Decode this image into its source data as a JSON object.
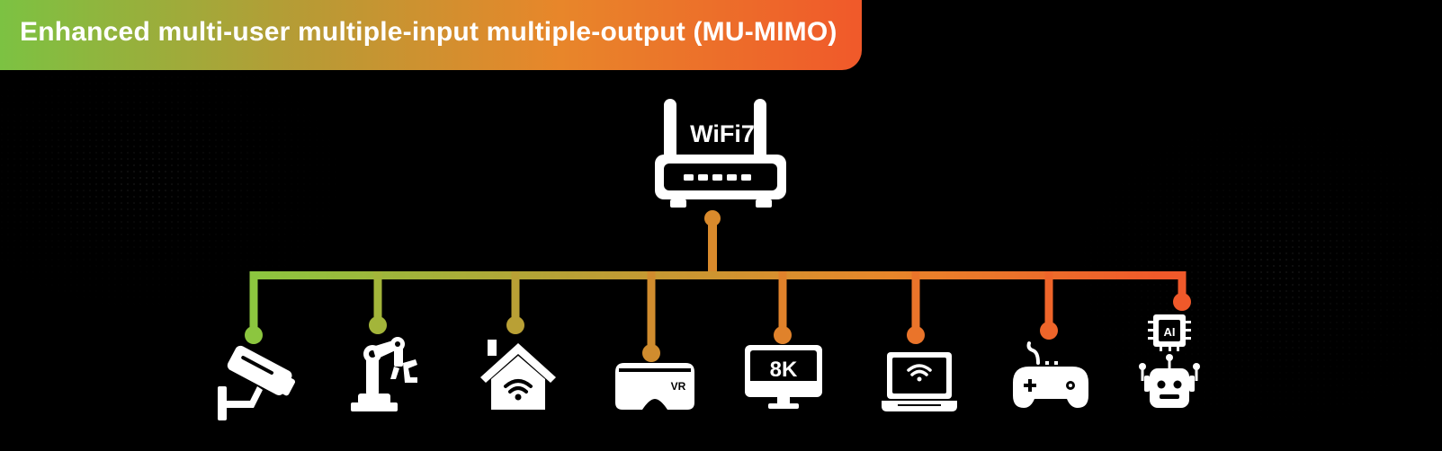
{
  "title": "Enhanced multi-user multiple-input multiple-output (MU-MIMO)",
  "router": {
    "label": "WiFi7",
    "icon": "wifi-router-icon"
  },
  "devices": [
    {
      "icon": "security-camera-icon"
    },
    {
      "icon": "robotic-arm-icon"
    },
    {
      "icon": "smart-home-icon"
    },
    {
      "icon": "vr-headset-icon",
      "label": "VR"
    },
    {
      "icon": "8k-monitor-icon",
      "label": "8K"
    },
    {
      "icon": "laptop-wifi-icon"
    },
    {
      "icon": "gamepad-icon"
    },
    {
      "icon": "ai-robot-icon",
      "label": "AI"
    }
  ],
  "colors": {
    "background": "#000000",
    "white": "#ffffff",
    "gradient": [
      "#7cc242",
      "#b79b35",
      "#e8862a",
      "#f0592a"
    ],
    "connector_colors": [
      "#8cc63f",
      "#a3b53a",
      "#b9a035",
      "#d08c2e",
      "#e0822b",
      "#ea742a",
      "#ef652a",
      "#f0592a"
    ],
    "router_connector": "#d98a2c"
  }
}
